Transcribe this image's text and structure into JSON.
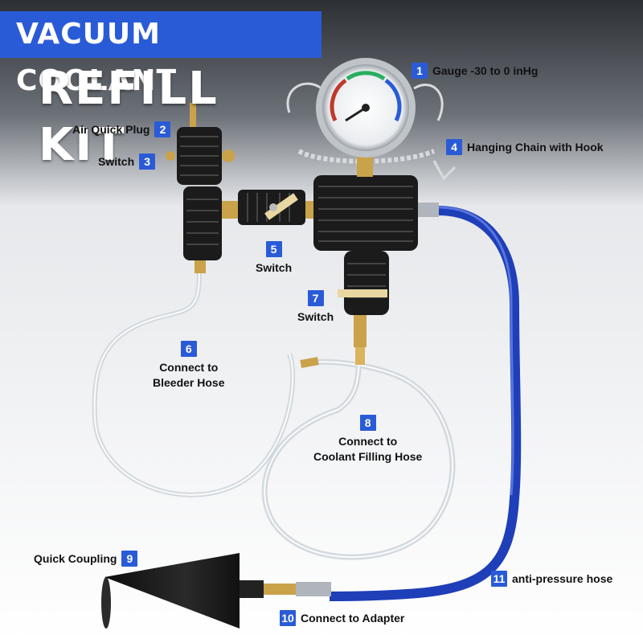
{
  "title": {
    "line1": "VACUUM COOLANT",
    "line2": "REFILL KIT"
  },
  "colors": {
    "accent": "#2a5bd7",
    "hose_blue": "#1f3fb8",
    "body_black": "#1b1b1b",
    "brass": "#c9a24a"
  },
  "callouts": [
    {
      "num": "1",
      "text": "Gauge -30 to 0 inHg"
    },
    {
      "num": "2",
      "text": "Air Quick Plug"
    },
    {
      "num": "3",
      "text": "Switch"
    },
    {
      "num": "4",
      "text": "Hanging Chain with Hook"
    },
    {
      "num": "5",
      "text": "Switch"
    },
    {
      "num": "6",
      "text_line1": "Connect to",
      "text_line2": "Bleeder Hose"
    },
    {
      "num": "7",
      "text": "Switch"
    },
    {
      "num": "8",
      "text_line1": "Connect to",
      "text_line2": "Coolant Filling Hose"
    },
    {
      "num": "9",
      "text": "Quick Coupling"
    },
    {
      "num": "10",
      "text": "Connect to Adapter"
    },
    {
      "num": "11",
      "text": "anti-pressure hose"
    }
  ]
}
